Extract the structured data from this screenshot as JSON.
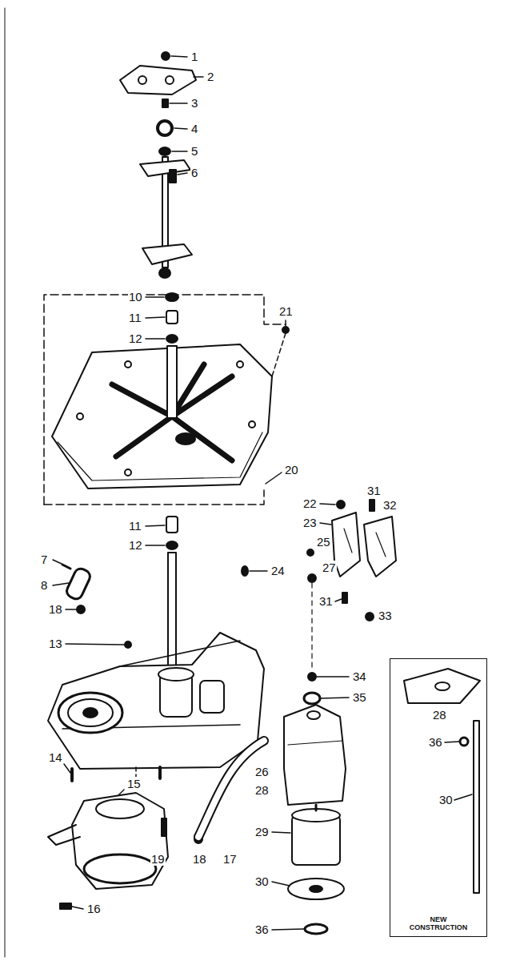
{
  "diagram": {
    "nodes": [
      {
        "text": [
          "NEW CONSTRUCTION"
        ]
      }
    ],
    "labels": [
      "1",
      "2",
      "3",
      "4",
      "5",
      "6",
      "10",
      "11",
      "12",
      "21",
      "20",
      "22",
      "31",
      "32",
      "23",
      "11",
      "12",
      "25",
      "7",
      "27",
      "24",
      "8",
      "31",
      "18",
      "33",
      "13",
      "34",
      "35",
      "28",
      "36",
      "26",
      "28",
      "14",
      "15",
      "30",
      "29",
      "19",
      "18",
      "17",
      "30",
      "16",
      "36"
    ]
  }
}
